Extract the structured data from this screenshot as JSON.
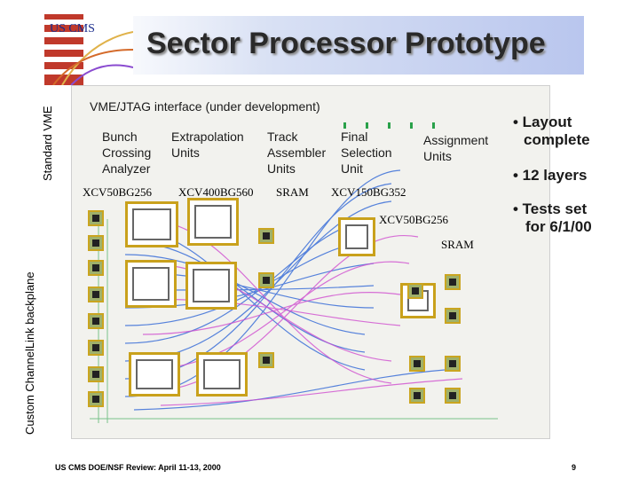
{
  "title": "Sector Processor Prototype",
  "logo": {
    "text": "US CMS"
  },
  "side_labels": {
    "top": "Standard VME",
    "left": "Custom ChannelLink backplane"
  },
  "board": {
    "vme_label": "VME/JTAG interface (under development)",
    "units": {
      "bunch": [
        "Bunch",
        "Crossing",
        "Analyzer"
      ],
      "extrapolation": [
        "Extrapolation",
        "Units"
      ],
      "track": [
        "Track",
        "Assembler",
        "Units"
      ],
      "final": [
        "Final",
        "Selection",
        "Unit"
      ],
      "assignment": [
        "Assignment",
        "Units"
      ]
    },
    "chips": {
      "xcv50_left": "XCV50BG256",
      "xcv400": "XCV400BG560",
      "sram_top": "SRAM",
      "xcv150": "XCV150BG352",
      "xcv50_right": "XCV50BG256",
      "sram_right": "SRAM"
    }
  },
  "bullets": [
    {
      "text": "• Layout",
      "cont": "complete"
    },
    {
      "text": "• 12 layers",
      "cont": ""
    },
    {
      "text": "• Tests set",
      "cont": "for 6/1/00"
    }
  ],
  "footer": "US CMS DOE/NSF Review: April 11-13, 2000",
  "page_number": "9",
  "colors": {
    "gold": "#c9a11c",
    "trace_blue": "#3b6fd8",
    "trace_magenta": "#d04fd0",
    "title_band": "#b9c6ee"
  }
}
